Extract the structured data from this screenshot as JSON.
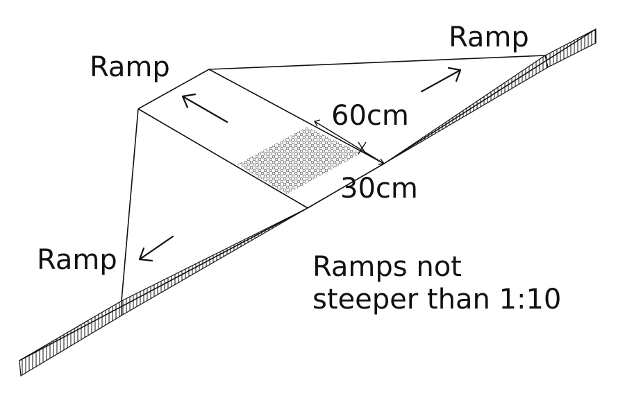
{
  "diagram": {
    "labels": {
      "ramp_top_left": "Ramp",
      "ramp_top_right": "Ramp",
      "ramp_bottom_left": "Ramp"
    },
    "dimensions": {
      "tactile_width": "60cm",
      "setback": "30cm"
    },
    "note": {
      "line1": "Ramps not",
      "line2": "steeper than 1:10"
    }
  }
}
